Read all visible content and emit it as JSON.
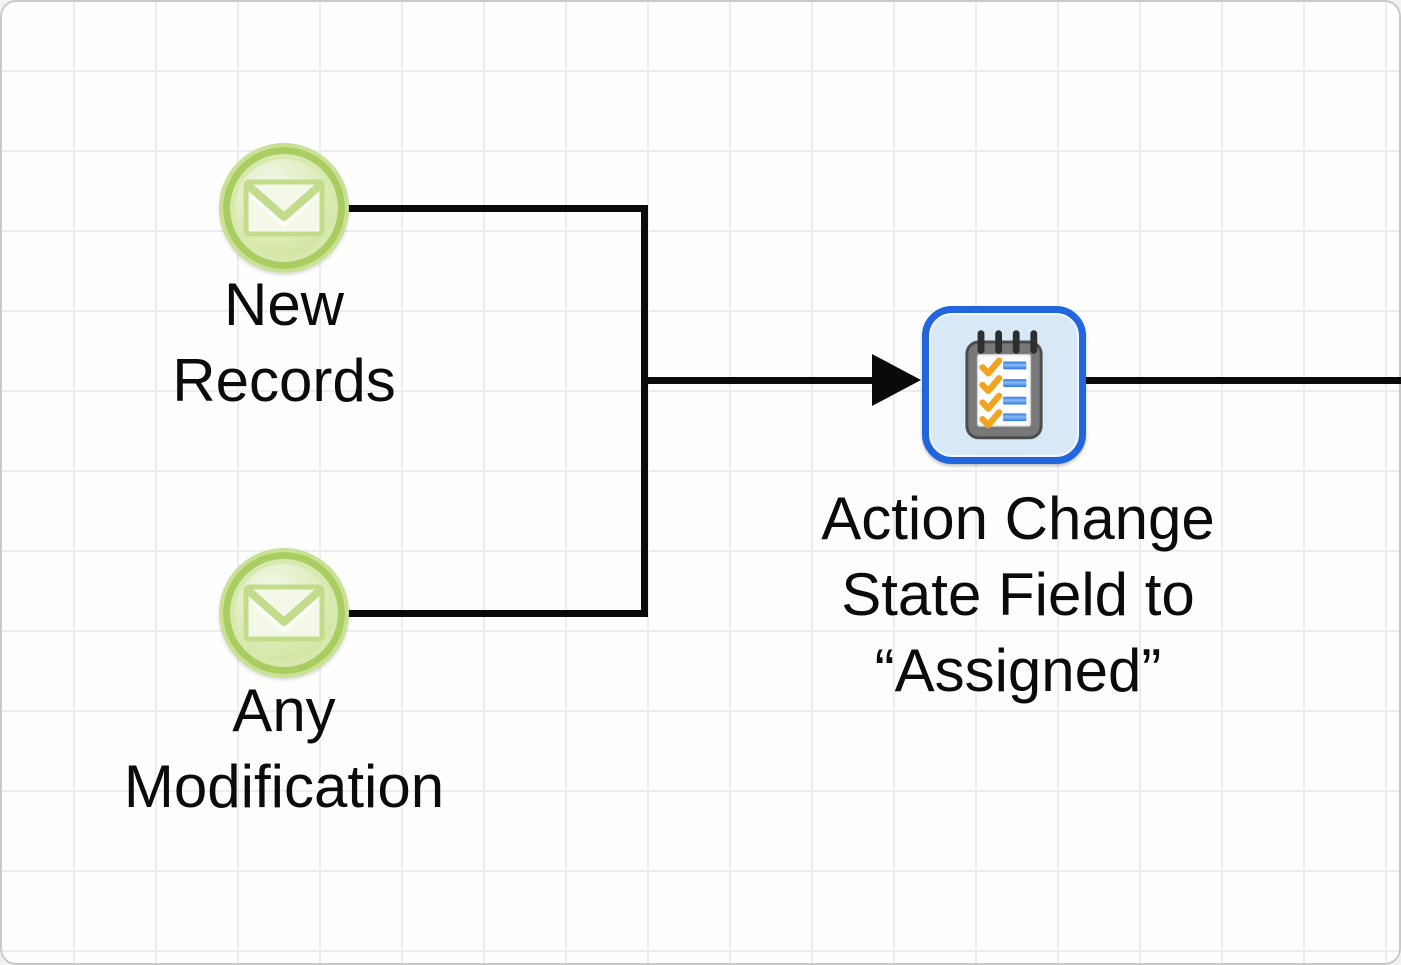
{
  "diagram": {
    "kind": "workflow-diagram",
    "triggers": [
      {
        "line1": "New",
        "line2": "Records",
        "icon": "envelope-icon"
      },
      {
        "line1": "Any",
        "line2": "Modification",
        "icon": "envelope-icon"
      }
    ],
    "action": {
      "line1": "Action Change",
      "line2": "State Field to",
      "line3": "“Assigned”",
      "icon": "checklist-clipboard-icon"
    },
    "colors": {
      "trigger_ring": "#a9cd60",
      "trigger_fill": "#d8e9ac",
      "envelope_stroke": "#c3dc8c",
      "action_border": "#2166de",
      "action_fill": "#d9e8f7",
      "clipboard_body": "#777777",
      "checkmark": "#f0a41f",
      "list_bar": "#2f79e2",
      "connector": "#0a0a0a",
      "grid_line": "#ededed",
      "canvas_bg": "#fefefe"
    }
  }
}
